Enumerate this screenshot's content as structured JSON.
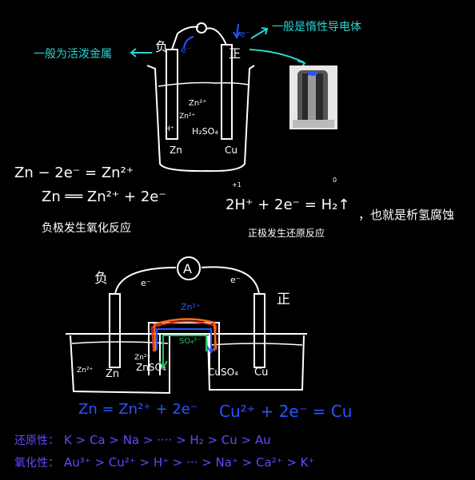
{
  "top": {
    "neg_label": "负",
    "pos_label": "正",
    "e_top": "e⁻",
    "e_side": "e⁻",
    "ann_left": "一般为活泼金属",
    "ann_right": "一般是惰性导电体",
    "zn2_a": "Zn²⁺",
    "zn2_b": "Zn²⁺",
    "h_plus": "H⁺",
    "h2so4": "H₂SO₄",
    "zn": "Zn",
    "cu": "Cu"
  },
  "equations": {
    "eq1": "Zn − 2e⁻ = Zn²⁺",
    "eq2": "Zn ══ Zn²⁺ + 2e⁻",
    "eq2_note": "负极发生氧化反应",
    "eq3": "2H⁺ + 2e⁻ = H₂↑",
    "eq3_note": "正极发生还原反应",
    "eq3_sup": "+1",
    "eq3_zero": "0",
    "side_note": "，也就是析氢腐蚀"
  },
  "bottom": {
    "neg_label": "负",
    "pos_label": "正",
    "ammeter": "A",
    "e_left": "e⁻",
    "e_right": "e⁻",
    "zn2_bridge": "Zn²⁺",
    "so4": "SO₄²⁻",
    "zn2_small": "Zn²⁺",
    "zn_left": "Zn",
    "znso4": "ZnSO₄",
    "cuso4": "CuSO₄",
    "cu_right": "Cu",
    "zn2_tiny": "Zn²⁺",
    "eq_left": "Zn = Zn²⁺ + 2e⁻",
    "eq_right": "Cu²⁺ + 2e⁻ = Cu"
  },
  "series": {
    "reduce_label": "还原性：",
    "reduce_seq": "K > Ca > Na > ···· > H₂ > Cu > Au",
    "oxid_label": "氧化性：",
    "oxid_seq": "Au³⁺ > Cu²⁺ > H⁺ > ··· > Na⁺ > Ca²⁺ > K⁺"
  },
  "colors": {
    "ink": "#ffffff",
    "cyan": "#28d4d4",
    "blue": "#2a55ff",
    "purple": "#6a45ff",
    "orange": "#ff6a1a",
    "green": "#22c55e",
    "red": "#e0301e"
  }
}
